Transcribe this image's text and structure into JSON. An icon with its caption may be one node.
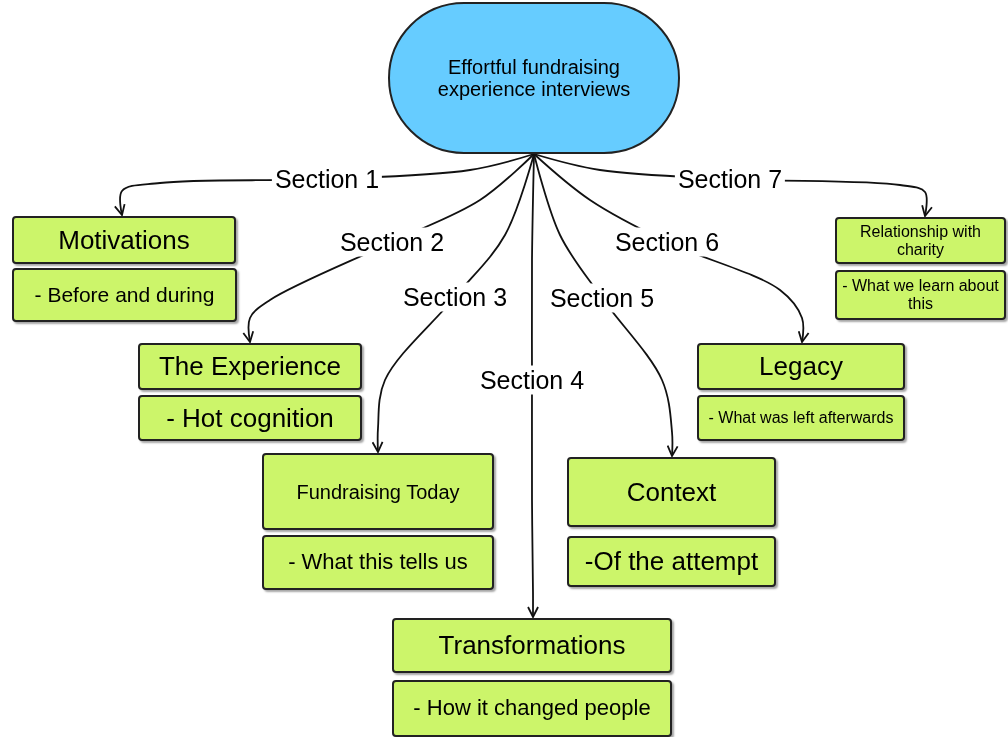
{
  "diagram": {
    "nodes": [
      {
        "text": [
          "Effortful fundraising experience interviews"
        ]
      },
      {
        "text": [
          "Motivations"
        ]
      },
      {
        "text": [
          "- Before and during"
        ]
      },
      {
        "text": [
          "Relationship with charity"
        ]
      },
      {
        "text": [
          "- What we learn about this"
        ]
      },
      {
        "text": [
          "The Experience"
        ]
      },
      {
        "text": [
          "- Hot cognition"
        ]
      },
      {
        "text": [
          "Legacy"
        ]
      },
      {
        "text": [
          "- What was left afterwards"
        ]
      },
      {
        "text": [
          "Fundraising Today"
        ]
      },
      {
        "text": [
          "- What this tells us"
        ]
      },
      {
        "text": [
          "Context"
        ]
      },
      {
        "text": [
          "-Of the attempt"
        ]
      },
      {
        "text": [
          "Transformations"
        ]
      },
      {
        "text": [
          "- How it changed people"
        ]
      }
    ],
    "edges": [
      {
        "from": 0,
        "to": 1,
        "arrow": "to",
        "label": "Section 1"
      },
      {
        "from": 0,
        "to": 5,
        "arrow": "to",
        "label": "Section 2"
      },
      {
        "from": 0,
        "to": 9,
        "arrow": "to",
        "label": "Section 3"
      },
      {
        "from": 0,
        "to": 13,
        "arrow": "to",
        "label": "Section 4"
      },
      {
        "from": 0,
        "to": 11,
        "arrow": "to",
        "label": "Section 5"
      },
      {
        "from": 0,
        "to": 7,
        "arrow": "to",
        "label": "Section 6"
      },
      {
        "from": 0,
        "to": 3,
        "arrow": "to",
        "label": "Section 7"
      }
    ]
  }
}
